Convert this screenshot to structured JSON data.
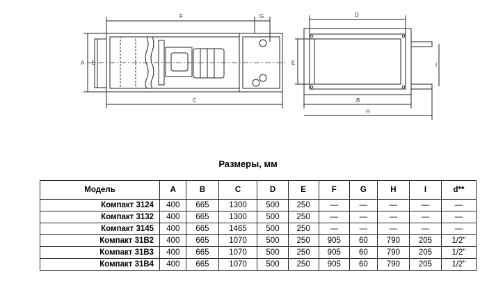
{
  "drawing": {
    "side_labels": {
      "A": "A",
      "C": "C",
      "E": "E",
      "F": "F",
      "G": "G"
    },
    "front_labels": {
      "B": "B",
      "D": "D",
      "E": "E",
      "H": "H",
      "I": "I"
    }
  },
  "title": "Размеры, мм",
  "table": {
    "headers": [
      "Модель",
      "A",
      "B",
      "C",
      "D",
      "E",
      "F",
      "G",
      "H",
      "I",
      "d**"
    ],
    "rows": [
      [
        "Компакт 3124",
        "400",
        "665",
        "1300",
        "500",
        "250",
        "—",
        "—",
        "—",
        "—",
        "—"
      ],
      [
        "Компакт 3132",
        "400",
        "665",
        "1300",
        "500",
        "250",
        "—",
        "—",
        "—",
        "—",
        "—"
      ],
      [
        "Компакт 3145",
        "400",
        "665",
        "1465",
        "500",
        "250",
        "—",
        "—",
        "—",
        "—",
        "—"
      ],
      [
        "Компакт 31В2",
        "400",
        "665",
        "1070",
        "500",
        "250",
        "905",
        "60",
        "790",
        "205",
        "1/2\""
      ],
      [
        "Компакт 31В3",
        "400",
        "665",
        "1070",
        "500",
        "250",
        "905",
        "60",
        "790",
        "205",
        "1/2\""
      ],
      [
        "Компакт 31В4",
        "400",
        "665",
        "1070",
        "500",
        "250",
        "905",
        "60",
        "790",
        "205",
        "1/2\""
      ]
    ]
  }
}
